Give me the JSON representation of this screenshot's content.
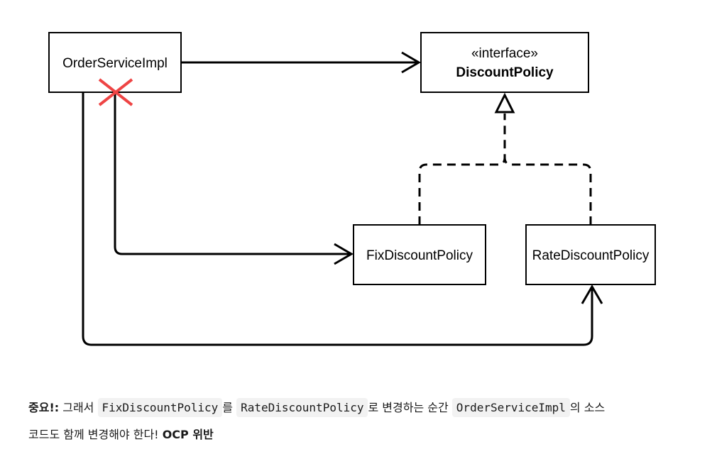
{
  "diagram": {
    "order_service": "OrderServiceImpl",
    "interface_stereotype": "«interface»",
    "discount_policy": "DiscountPolicy",
    "fix_policy": "FixDiscountPolicy",
    "rate_policy": "RateDiscountPolicy"
  },
  "colors": {
    "cross": "#ee4444",
    "line": "#000000",
    "code_bg": "#f2f2f2"
  },
  "note": {
    "important": "중요!:",
    "text1": "그래서",
    "code_fix": "FixDiscountPolicy",
    "text2": "를",
    "code_rate": "RateDiscountPolicy",
    "text3": "로 변경하는 순간",
    "code_impl": "OrderServiceImpl",
    "text4": "의 소스",
    "text5": "코드도 함께 변경해야 한다!",
    "ocp": "OCP 위반"
  }
}
